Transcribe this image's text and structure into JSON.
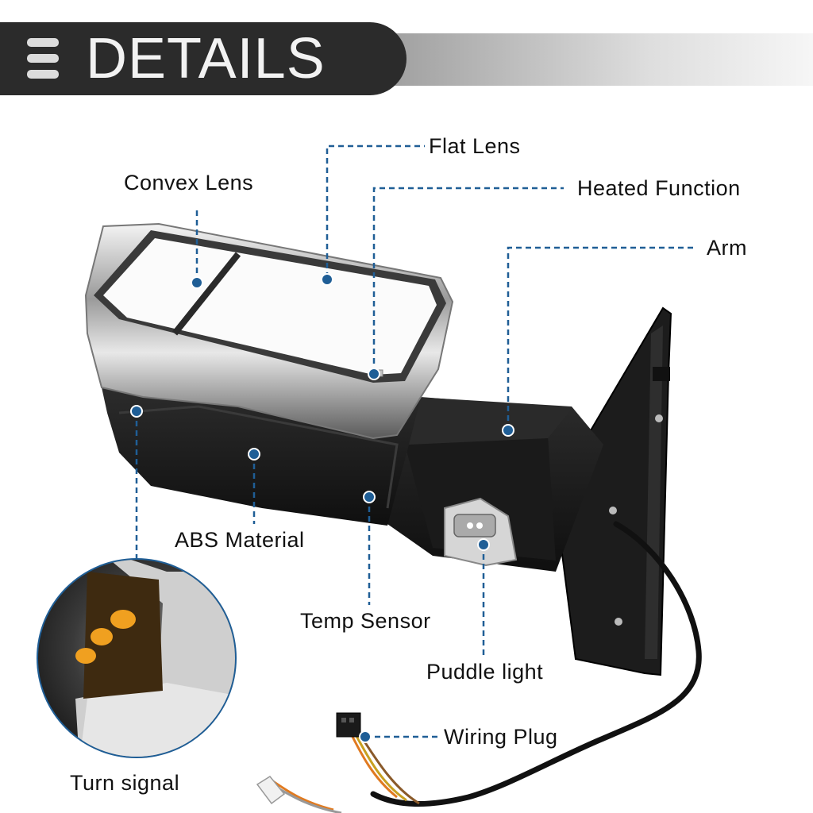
{
  "banner": {
    "title": "DETAILS"
  },
  "labels": {
    "flat_lens": "Flat Lens",
    "convex_lens": "Convex Lens",
    "heated_function": "Heated Function",
    "arm": "Arm",
    "abs_material": "ABS Material",
    "temp_sensor": "Temp Sensor",
    "puddle_light": "Puddle light",
    "wiring_plug": "Wiring Plug",
    "turn_signal": "Turn signal"
  },
  "colors": {
    "leader": "#1f5e96",
    "banner_dark": "#2b2b2b",
    "mirror_body": "#1a1a1a",
    "chrome": "#d8d8d8",
    "signal": "#f0a020"
  }
}
